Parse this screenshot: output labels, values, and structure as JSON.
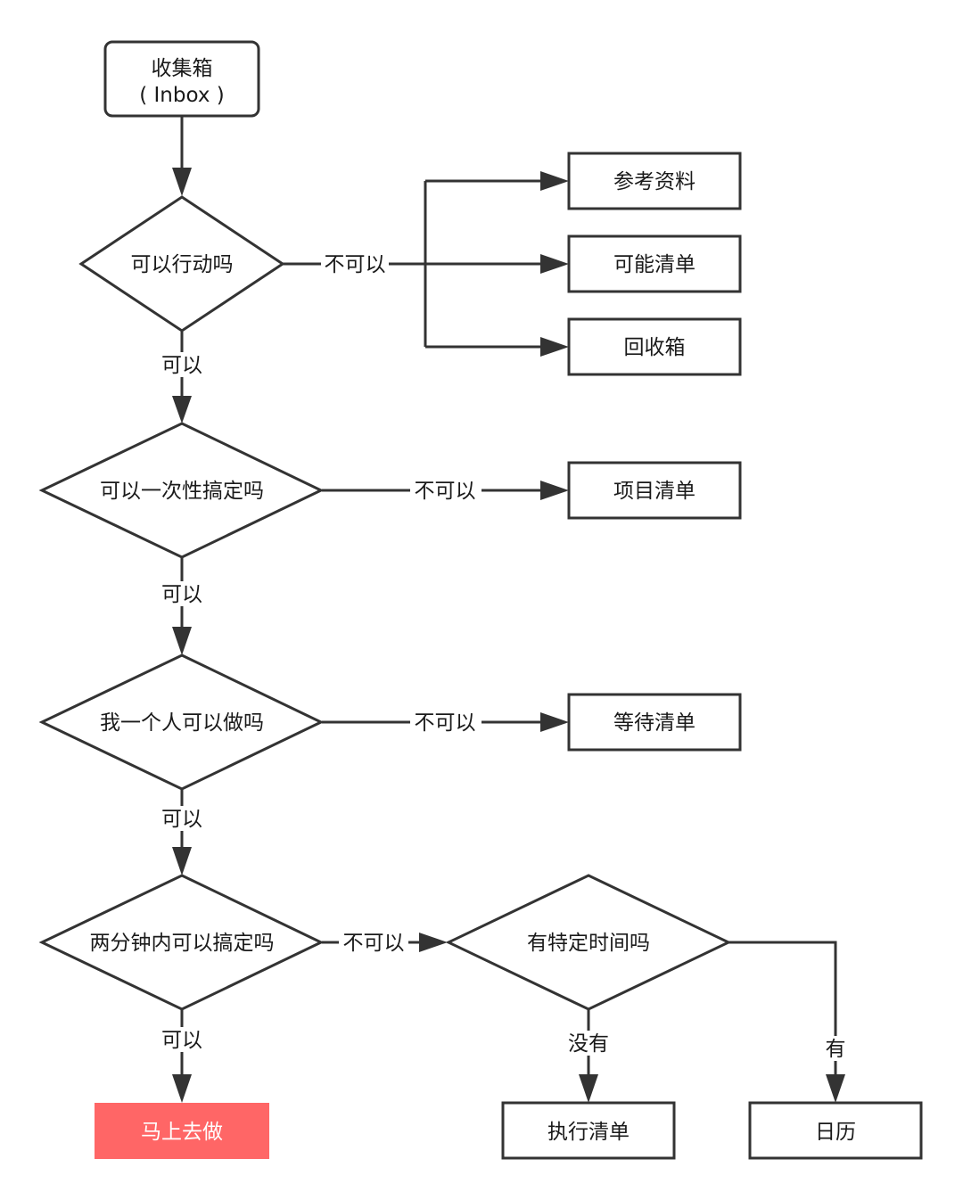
{
  "colors": {
    "stroke": "#333333",
    "highlight_fill": "#ff6666",
    "highlight_text": "#ffffff",
    "text": "#1a1a1a"
  },
  "nodes": {
    "inbox": {
      "line1": "收集箱",
      "line2": "( Inbox )"
    },
    "can_act": {
      "label": "可以行动吗"
    },
    "reference": {
      "label": "参考资料"
    },
    "someday": {
      "label": "可能清单"
    },
    "trash": {
      "label": "回收箱"
    },
    "one_shot": {
      "label": "可以一次性搞定吗"
    },
    "projects": {
      "label": "项目清单"
    },
    "alone": {
      "label": "我一个人可以做吗"
    },
    "waiting": {
      "label": "等待清单"
    },
    "two_min": {
      "label": "两分钟内可以搞定吗"
    },
    "do_now": {
      "label": "马上去做"
    },
    "specific_time": {
      "label": "有特定时间吗"
    },
    "next_actions": {
      "label": "执行清单"
    },
    "calendar": {
      "label": "日历"
    }
  },
  "edges": {
    "can_act_no": "不可以",
    "can_act_yes": "可以",
    "one_shot_no": "不可以",
    "one_shot_yes": "可以",
    "alone_no": "不可以",
    "alone_yes": "可以",
    "two_min_no": "不可以",
    "two_min_yes": "可以",
    "time_no": "没有",
    "time_yes": "有"
  }
}
